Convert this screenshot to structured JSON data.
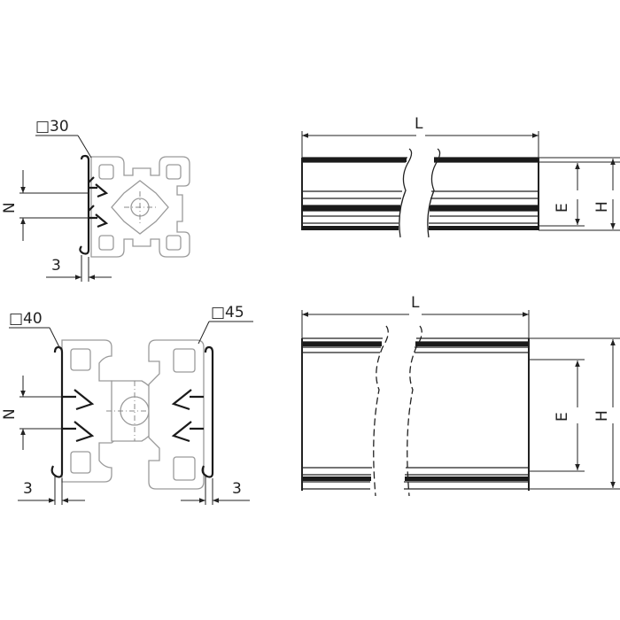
{
  "labels": {
    "size_30": "□30",
    "size_40": "□40",
    "size_45": "□45",
    "dim_n_top": "N",
    "dim_n_bottom": "N",
    "dim_3_top": "3",
    "dim_3_bottom_left": "3",
    "dim_3_bottom_right": "3",
    "dim_l_top": "L",
    "dim_l_bottom": "L",
    "dim_e_top": "E",
    "dim_h_top": "H",
    "dim_e_bottom": "E",
    "dim_h_bottom": "H"
  },
  "colors": {
    "line": "#222222",
    "profile": "#9a9a9a",
    "clip": "#1a1a1a"
  }
}
